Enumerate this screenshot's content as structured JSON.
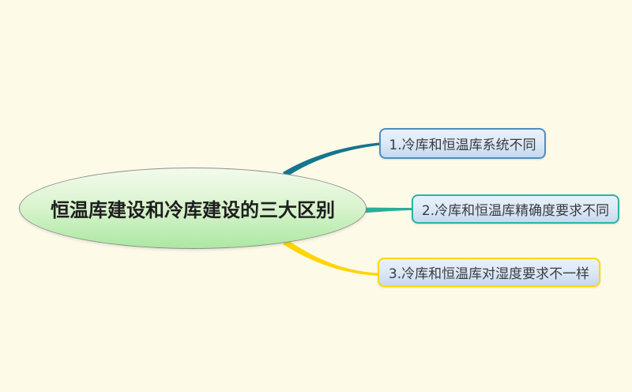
{
  "page": {
    "background_color": "#fdfae8"
  },
  "root_node": {
    "label": "恒温库建设和冷库建设的三大区别",
    "fill_top": "#f3fbeb",
    "fill_bottom": "#abe8a2",
    "border_color": "#8f8f8f",
    "text_color": "#1e1e1e"
  },
  "branch_style": {
    "fill_top": "#e9f1fb",
    "fill_bottom": "#c6d9f0",
    "text_color": "#3b3b3b"
  },
  "branch_nodes": [
    {
      "label": "1.冷库和恒温库系统不同",
      "border_color": "#4e8fc0",
      "connector_color": "#13768c"
    },
    {
      "label": "2.冷库和恒温库精确度要求不同",
      "border_color": "#2eb3a3",
      "connector_color": "#2bae97"
    },
    {
      "label": "3.冷库和恒温库对湿度要求不一样",
      "border_color": "#ffd800",
      "connector_color": "#ffd503"
    }
  ]
}
